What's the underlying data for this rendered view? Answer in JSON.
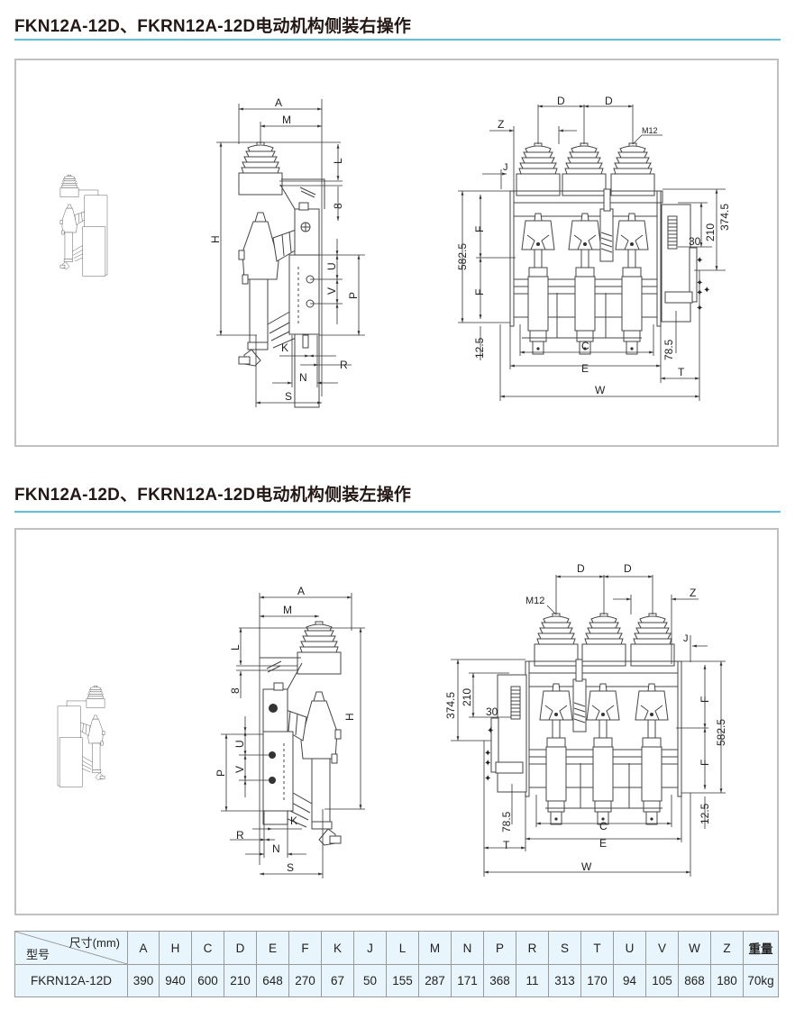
{
  "sections": [
    {
      "title": "FKN12A-12D、FKRN12A-12D电动机构侧装右操作",
      "orientation": "right"
    },
    {
      "title": "FKN12A-12D、FKRN12A-12D电动机构侧装左操作",
      "orientation": "left"
    }
  ],
  "drawing_labels": {
    "A": "A",
    "M": "M",
    "H": "H",
    "L": "L",
    "eight": "8",
    "U": "U",
    "V": "V",
    "P": "P",
    "K": "K",
    "R": "R",
    "N": "N",
    "S": "S",
    "D": "D",
    "Z": "Z",
    "J": "J",
    "F": "F",
    "C": "C",
    "E": "E",
    "W": "W",
    "T": "T",
    "M12": "M12",
    "d582_5": "582.5",
    "d12_5": "12.5",
    "d374_5": "374.5",
    "d210": "210",
    "d30": "30",
    "d78_5": "78.5"
  },
  "spec_table": {
    "corner_top": "尺寸(mm)",
    "corner_bottom": "型号",
    "columns": [
      "A",
      "H",
      "C",
      "D",
      "E",
      "F",
      "K",
      "J",
      "L",
      "M",
      "N",
      "P",
      "R",
      "S",
      "T",
      "U",
      "V",
      "W",
      "Z",
      "重量"
    ],
    "rows": [
      {
        "model": "FKRN12A-12D",
        "values": [
          "390",
          "940",
          "600",
          "210",
          "648",
          "270",
          "67",
          "50",
          "155",
          "287",
          "171",
          "368",
          "11",
          "313",
          "170",
          "94",
          "105",
          "868",
          "180",
          "70kg"
        ]
      }
    ]
  },
  "colors": {
    "accent_rule": "#5bc0e6",
    "table_fill": "#e9f5fc",
    "frame_border": "#c0c0c0"
  }
}
